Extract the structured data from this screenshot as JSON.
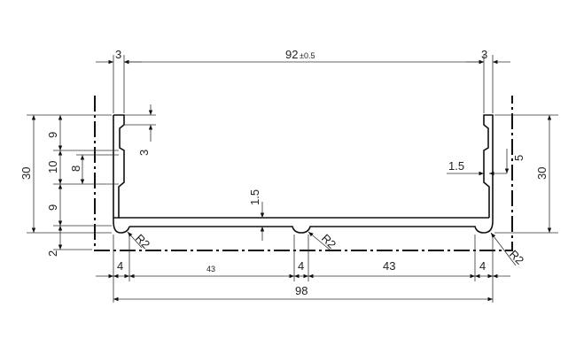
{
  "dimensions": {
    "top_left_wall": "3",
    "top_overall_value": "92",
    "top_overall_tolerance": "±0.5",
    "top_right_wall": "3",
    "left_overall_height": "30",
    "left_top_segment": "9",
    "left_mid_segment": "10",
    "left_bottom_segment": "9",
    "left_base_offset": "2",
    "groove_depth": "8",
    "lip_depth": "3",
    "base_thickness": "1.5",
    "right_wall_thickness": "1.5",
    "right_small": "5",
    "right_overall_height": "30",
    "bottom_left_rib": "4",
    "bottom_left_span": "43",
    "bottom_mid_rib": "4",
    "bottom_right_span": "43",
    "bottom_right_rib": "4",
    "overall_width": "98"
  },
  "radii": {
    "left": "R2",
    "middle": "R2",
    "right": "R2"
  }
}
